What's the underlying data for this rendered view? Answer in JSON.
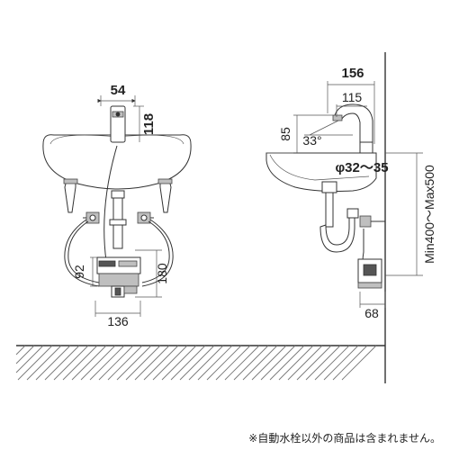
{
  "front_view": {
    "spout_width": "54",
    "spout_height": "118",
    "box_height": "92",
    "hose_height": "180",
    "box_width": "136"
  },
  "side_view": {
    "faucet_depth": "156",
    "spout_reach": "115",
    "faucet_height": "85",
    "spout_angle": "33°",
    "drain_diameter": "φ32～35",
    "mount_height": "Min400～Max500",
    "valve_width": "68"
  },
  "footnote": "※自動水栓以外の商品は含まれません。"
}
